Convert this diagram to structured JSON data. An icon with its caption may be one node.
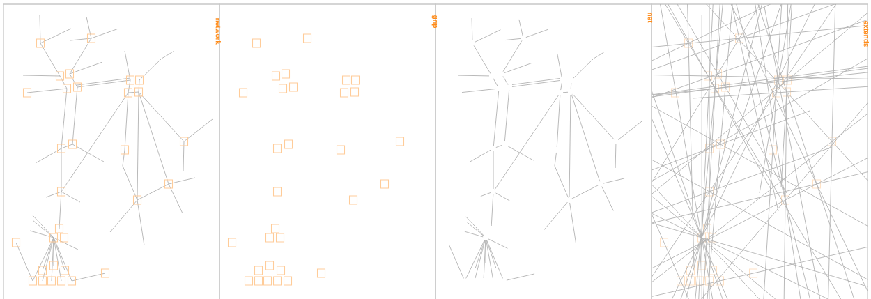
{
  "diagram": {
    "labels": [
      "network",
      "grip",
      "net",
      "extends"
    ]
  }
}
